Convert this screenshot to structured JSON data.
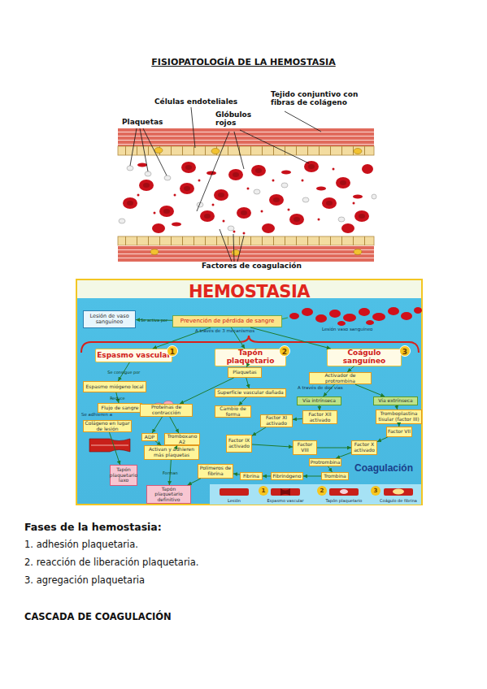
{
  "diagram": {
    "title": "FISIOPATOLOGÍA DE LA HEMOSTASIA",
    "nodes": [
      {
        "text": [
          "HEMOSTASIA"
        ]
      },
      {
        "text": [
          "Lesión de vaso sanguíneo"
        ],
        "in": 0
      },
      {
        "text": [
          "Prevención de pérdida de sangre"
        ],
        "in": 0
      },
      {
        "text": [
          "Espasmo vascular"
        ],
        "in": 0
      },
      {
        "text": [
          "Tapón plaquetario"
        ],
        "in": 0
      },
      {
        "text": [
          "Coágulo sanguíneo"
        ],
        "in": 0
      },
      {
        "text": [
          "Espasmo miógeno local"
        ],
        "in": 0
      },
      {
        "text": [
          "Flujo de sangre"
        ],
        "in": 0
      },
      {
        "text": [
          "Colágeno en lugar de lesión"
        ],
        "in": 0
      },
      {
        "text": [
          "Tapón plaquetario laxo"
        ],
        "in": 0
      },
      {
        "text": [
          "Plaquetas"
        ],
        "in": 0
      },
      {
        "text": [
          "Superficie vascular dañada"
        ],
        "in": 0
      },
      {
        "text": [
          "Proteínas de contracción"
        ],
        "in": 0
      },
      {
        "text": [
          "Cambio de forma"
        ],
        "in": 0
      },
      {
        "text": [
          "ADP"
        ],
        "in": 0
      },
      {
        "text": [
          "Tromboxano A2"
        ],
        "in": 0
      },
      {
        "text": [
          "Activan y adhieren más plaquetas"
        ],
        "in": 0
      },
      {
        "text": [
          "Tapón plaquetario definitivo"
        ],
        "in": 0
      },
      {
        "text": [
          "Polímeros de fibrina"
        ],
        "in": 0
      },
      {
        "text": [
          "Activador de protrombina"
        ],
        "in": 0
      },
      {
        "text": [
          "Vía intrínseca"
        ],
        "in": 0
      },
      {
        "text": [
          "Vía extrínseca"
        ],
        "in": 0
      },
      {
        "text": [
          "Factor XII activado"
        ],
        "in": 0
      },
      {
        "text": [
          "Tromboplastina tisular (factor III)"
        ],
        "in": 0
      },
      {
        "text": [
          "Factor XI activado"
        ],
        "in": 0
      },
      {
        "text": [
          "Factor IX activado"
        ],
        "in": 0
      },
      {
        "text": [
          "Factor VIII"
        ],
        "in": 0
      },
      {
        "text": [
          "Factor VII"
        ],
        "in": 0
      },
      {
        "text": [
          "Factor X activado"
        ],
        "in": 0
      },
      {
        "text": [
          "Protrombina"
        ],
        "in": 0
      },
      {
        "text": [
          "Trombina"
        ],
        "in": 0
      },
      {
        "text": [
          "Fibrinógeno"
        ],
        "in": 0
      },
      {
        "text": [
          "Fibrina"
        ],
        "in": 0
      }
    ],
    "edges": [
      {
        "from": 2,
        "to": 1,
        "arrow": "to",
        "label": "Se activa por"
      },
      {
        "from": 2,
        "to": 3,
        "arrow": "to"
      },
      {
        "from": 2,
        "to": 4,
        "arrow": "to"
      },
      {
        "from": 2,
        "to": 5,
        "arrow": "to"
      },
      {
        "from": 3,
        "to": 6,
        "arrow": "to",
        "label": "Se consigue por"
      },
      {
        "from": 6,
        "to": 7,
        "arrow": "to",
        "label": "Reduce"
      },
      {
        "from": 4,
        "to": 10,
        "arrow": "to"
      },
      {
        "from": 10,
        "to": 11,
        "arrow": "to"
      },
      {
        "from": 11,
        "to": 13,
        "arrow": "to"
      },
      {
        "from": 10,
        "to": 12,
        "arrow": "to"
      },
      {
        "from": 12,
        "to": 14,
        "arrow": "to"
      },
      {
        "from": 12,
        "to": 15,
        "arrow": "to"
      },
      {
        "from": 14,
        "to": 16,
        "arrow": "to"
      },
      {
        "from": 15,
        "to": 16,
        "arrow": "to"
      },
      {
        "from": 16,
        "to": 17,
        "arrow": "to",
        "label": "Forman"
      },
      {
        "from": 18,
        "to": 17,
        "arrow": "to"
      },
      {
        "from": 8,
        "to": 9,
        "arrow": "to"
      },
      {
        "from": 5,
        "to": 19,
        "arrow": "to"
      },
      {
        "from": 19,
        "to": 20,
        "arrow": "to"
      },
      {
        "from": 19,
        "to": 21,
        "arrow": "to"
      },
      {
        "from": 20,
        "to": 22,
        "arrow": "to"
      },
      {
        "from": 22,
        "to": 24,
        "arrow": "to"
      },
      {
        "from": 24,
        "to": 25,
        "arrow": "to"
      },
      {
        "from": 25,
        "to": 26,
        "arrow": "to"
      },
      {
        "from": 26,
        "to": 28,
        "arrow": "to"
      },
      {
        "from": 21,
        "to": 23,
        "arrow": "to"
      },
      {
        "from": 23,
        "to": 27,
        "arrow": "to"
      },
      {
        "from": 27,
        "to": 28,
        "arrow": "to"
      },
      {
        "from": 28,
        "to": 29,
        "arrow": "to"
      },
      {
        "from": 29,
        "to": 30,
        "arrow": "to"
      },
      {
        "from": 30,
        "to": 31,
        "arrow": "to"
      },
      {
        "from": 31,
        "to": 32,
        "arrow": "to"
      },
      {
        "from": 32,
        "to": 18,
        "arrow": "to"
      }
    ],
    "labels": [
      "Células endoteliales",
      "Tejido conjuntivo con fibras de colágeno",
      "Plaquetas",
      "Glóbulos rojos",
      "Factores de coagulación",
      "Lesión vaso sanguíneo",
      "A través de 3 mecanismos",
      "1",
      "2",
      "3",
      "Se adhieren a",
      "A través de dos vías",
      "Coagulación",
      "1",
      "2",
      "3",
      "Lesión",
      "Espasmo vascular",
      "Tapón plaquetario",
      "Coágulo de fibrina",
      "Fases de la hemostasia:",
      "1. adhesión plaquetaria.",
      "2. reacción de liberación plaquetaria.",
      "3. agregación plaquetaria",
      "CASCADA DE COAGULACIÓN"
    ]
  }
}
